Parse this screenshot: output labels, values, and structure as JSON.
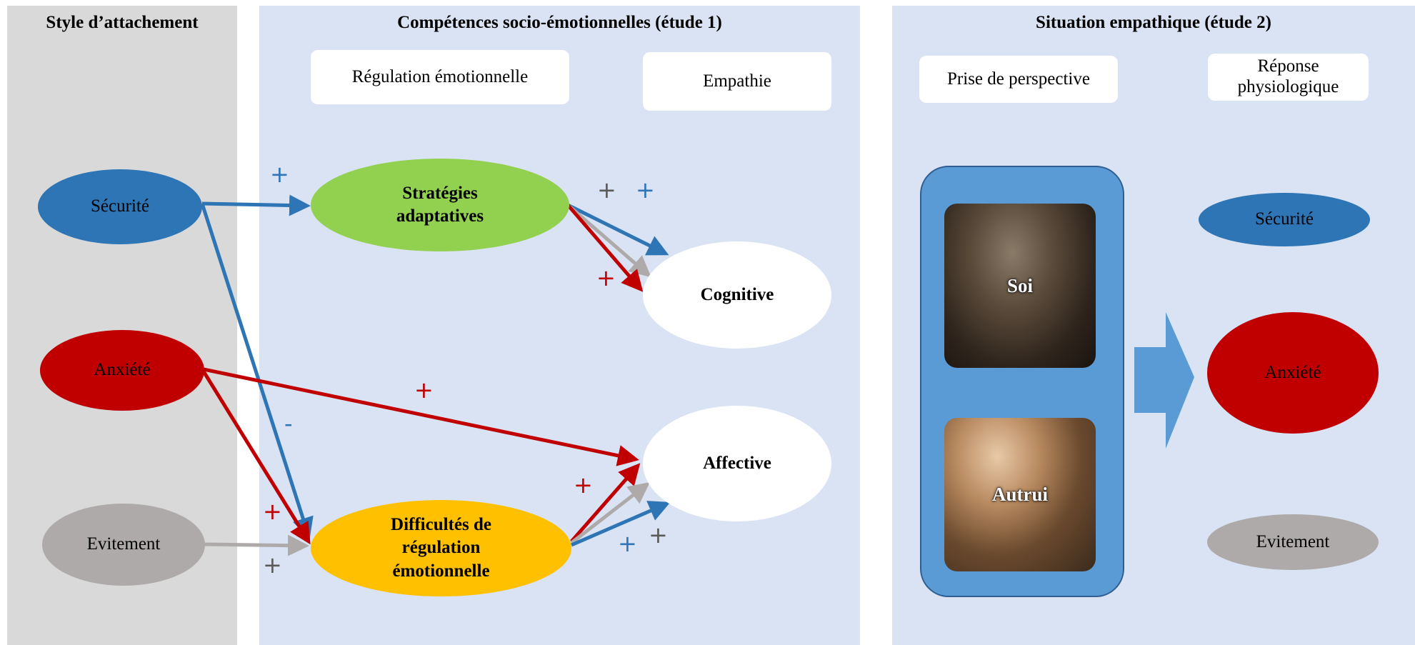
{
  "panels": {
    "attachment": {
      "title": "Style d’attachement"
    },
    "competences": {
      "title": "Compétences socio-émotionnelles (étude 1)"
    },
    "situation": {
      "title": "Situation empathique (étude 2)"
    }
  },
  "headers": {
    "regulation": "Régulation émotionnelle",
    "empathie": "Empathie",
    "perspective": "Prise de perspective",
    "reponse_line1": "Réponse",
    "reponse_line2": "physiologique"
  },
  "attachment_styles": {
    "securite": "Sécurité",
    "anxiete": "Anxiété",
    "evitement": "Evitement"
  },
  "regulation_nodes": {
    "strategies_line1": "Stratégies",
    "strategies_line2": "adaptatives",
    "difficultes_line1": "Difficultés de",
    "difficultes_line2": "régulation",
    "difficultes_line3": "émotionnelle"
  },
  "empathy_nodes": {
    "cognitive": "Cognitive",
    "affective": "Affective"
  },
  "signs": {
    "plus": "+",
    "minus": "-"
  },
  "perspective_images": {
    "soi": "Soi",
    "autrui": "Autrui"
  },
  "physio_nodes": {
    "securite": "Sécurité",
    "anxiete": "Anxiété",
    "evitement": "Evitement"
  },
  "colors": {
    "blue": "#2e75b6",
    "red": "#c00000",
    "grey": "#aeaaaa",
    "green": "#92d050",
    "yellow": "#ffc000"
  }
}
